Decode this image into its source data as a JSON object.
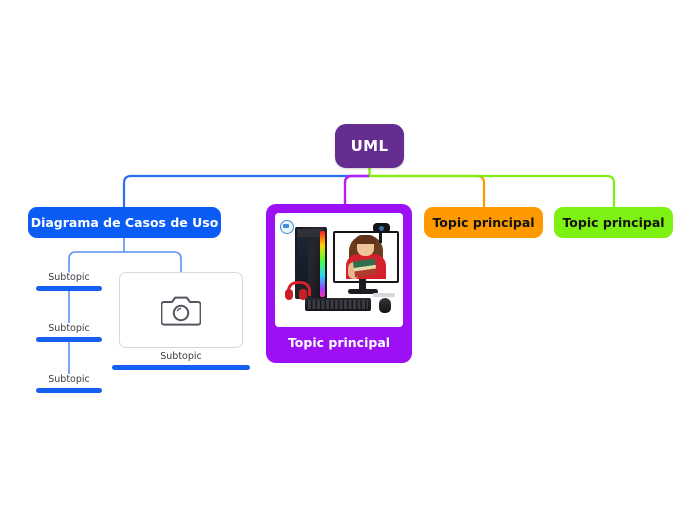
{
  "mindmap": {
    "root": {
      "label": "UML",
      "color": "#662d91",
      "text_color": "#ffffff"
    },
    "branches": [
      {
        "id": "blue",
        "label": "Diagrama de Casos de Uso",
        "color": "#0a5cf5",
        "text_color": "#ffffff"
      },
      {
        "id": "magenta",
        "label": "Topic principal",
        "color": "#9d0ff5",
        "text_color": "#ffffff",
        "has_image": true,
        "image_description": "desktop computer setup with tower, monitor showing woman in red shirt holding books, webcam, red headphones, keyboard and mouse"
      },
      {
        "id": "orange",
        "label": "Topic principal",
        "color": "#ff9900",
        "text_color": "#111111"
      },
      {
        "id": "green",
        "label": "Topic principal",
        "color": "#7df212",
        "text_color": "#111111"
      }
    ],
    "subtopics": [
      {
        "id": "subtopic-1",
        "label": "Subtopic",
        "bar_color": "#1560f0"
      },
      {
        "id": "subtopic-2",
        "label": "Subtopic",
        "bar_color": "#1560f0"
      },
      {
        "id": "subtopic-3",
        "label": "Subtopic",
        "bar_color": "#1560f0"
      }
    ],
    "image_subtopic": {
      "label": "Subtopic",
      "bar_color": "#1560f0",
      "placeholder_icon": "camera-icon"
    },
    "connector_colors": {
      "blue": "#2b6df0",
      "magenta": "#b31ff5",
      "orange": "#ff9900",
      "green": "#7df212",
      "subtopic": "#5b8df5"
    }
  }
}
